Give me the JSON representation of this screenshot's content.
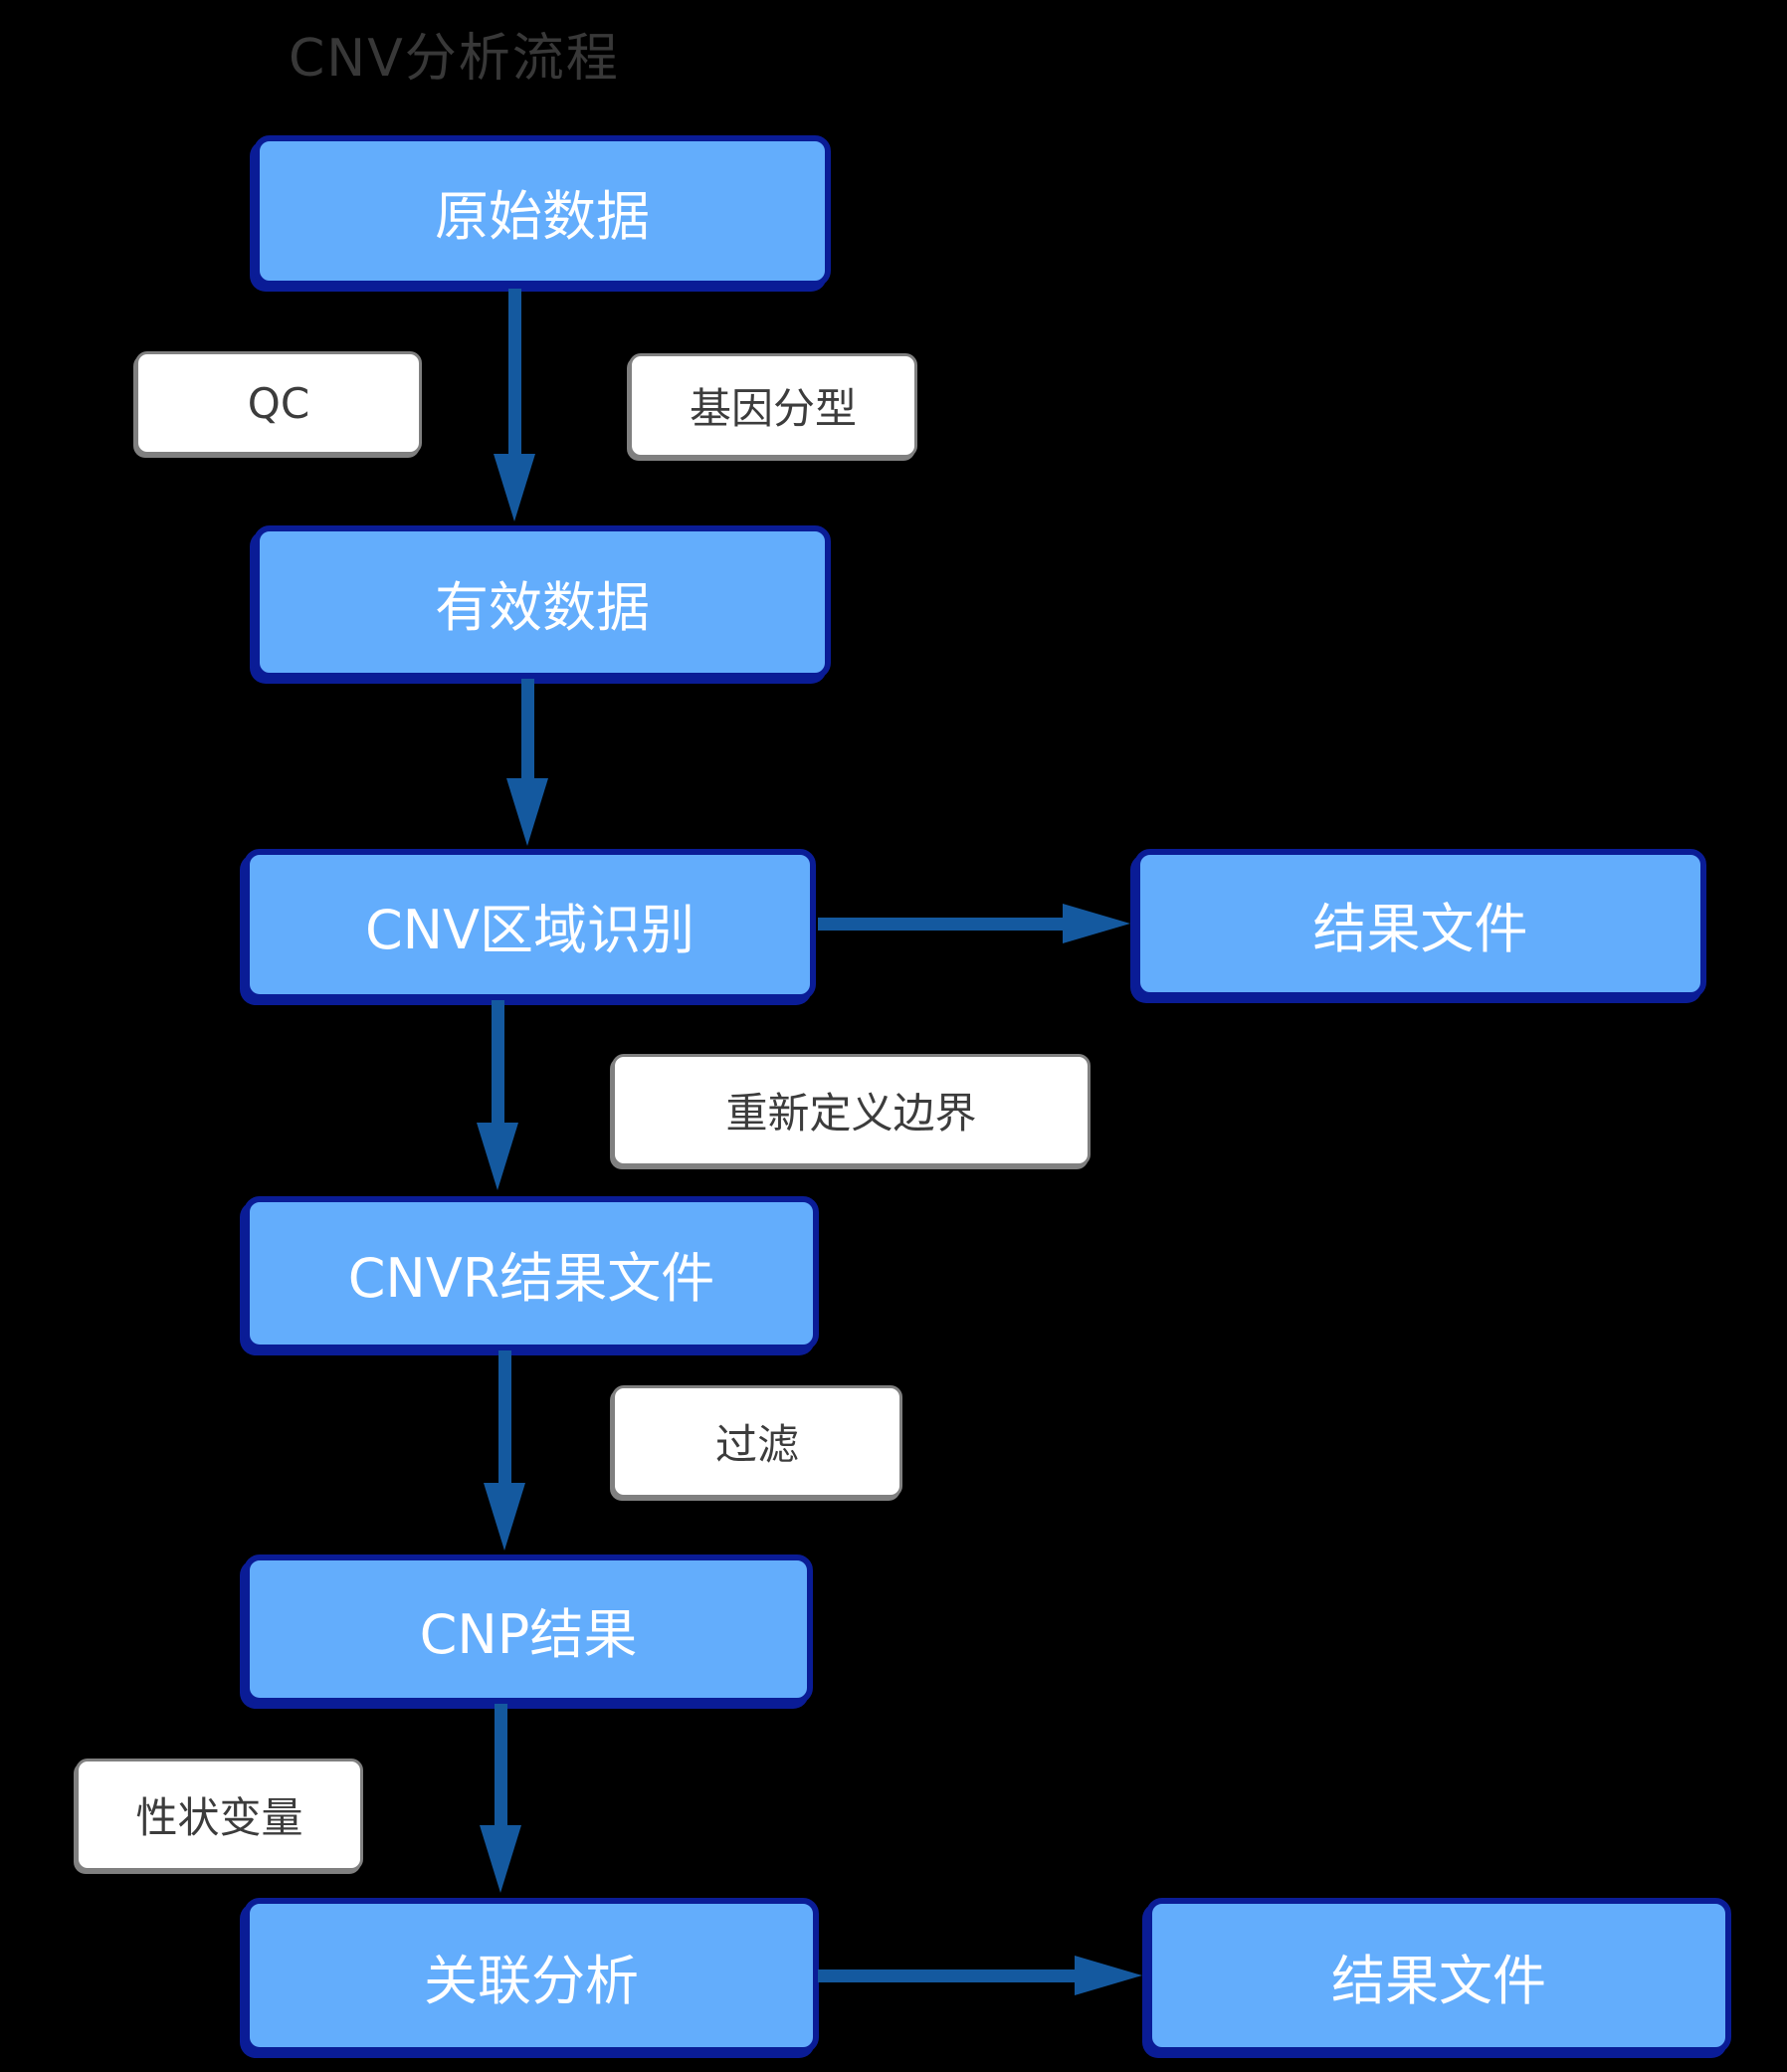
{
  "title": "CNV分析流程",
  "colors": {
    "background": "#000000",
    "title_text": "#383838",
    "node_fill": "#63ADFC",
    "node_border": "#0A1C96",
    "node_text": "#FFFFFF",
    "label_fill": "#FFFFFF",
    "label_border": "#808080",
    "label_text": "#3C3C3C",
    "arrow": "#14599F"
  },
  "nodes": [
    {
      "id": "raw-data",
      "label": "原始数据"
    },
    {
      "id": "valid-data",
      "label": "有效数据"
    },
    {
      "id": "cnv-region",
      "label": "CNV区域识别"
    },
    {
      "id": "result-file-top",
      "label": "结果文件"
    },
    {
      "id": "cnvr-result",
      "label": "CNVR结果文件"
    },
    {
      "id": "cnp-result",
      "label": "CNP结果"
    },
    {
      "id": "association",
      "label": "关联分析"
    },
    {
      "id": "result-file-bottom",
      "label": "结果文件"
    }
  ],
  "edges": [
    {
      "from": "raw-data",
      "to": "valid-data",
      "labels": [
        "QC",
        "基因分型"
      ]
    },
    {
      "from": "valid-data",
      "to": "cnv-region",
      "labels": []
    },
    {
      "from": "cnv-region",
      "to": "result-file-top",
      "labels": []
    },
    {
      "from": "cnv-region",
      "to": "cnvr-result",
      "labels": [
        "重新定义边界"
      ]
    },
    {
      "from": "cnvr-result",
      "to": "cnp-result",
      "labels": [
        "过滤"
      ]
    },
    {
      "from": "cnp-result",
      "to": "association",
      "labels": [
        "性状变量"
      ]
    },
    {
      "from": "association",
      "to": "result-file-bottom",
      "labels": []
    }
  ]
}
